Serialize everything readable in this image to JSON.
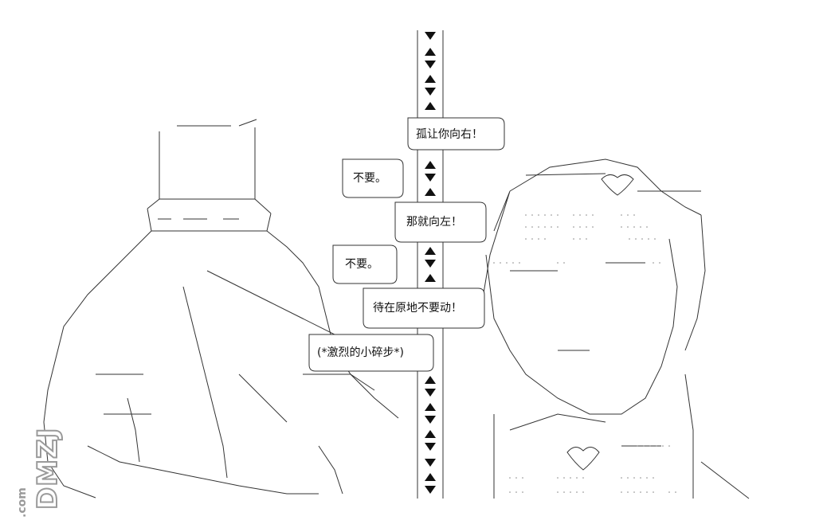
{
  "bubbles": {
    "b1": "孤让你向右！",
    "b2": "不要。",
    "b3": "那就向左！",
    "b4": "不要。",
    "b5": "待在原地不要动！",
    "b6": "(*激烈的小碎步*)"
  },
  "watermark": {
    "brand": "DMZJ",
    "domain": ".com"
  },
  "colors": {
    "line": "#333333",
    "dots": "#888888",
    "watermark": "#9a9a9a"
  }
}
